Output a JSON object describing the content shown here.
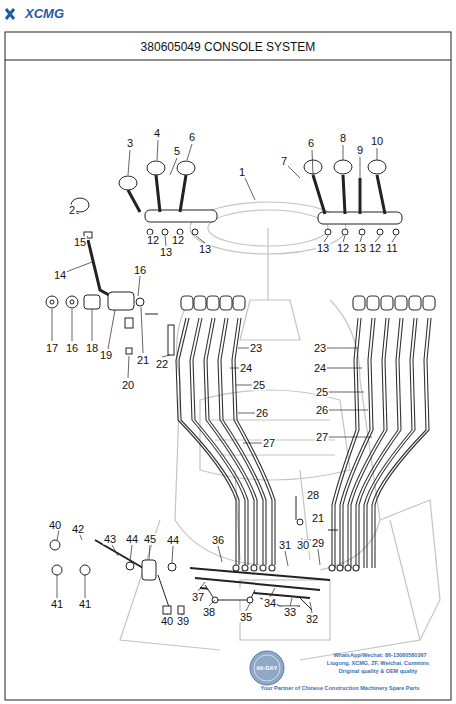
{
  "diagram": {
    "title": "380605049 CONSOLE SYSTEM",
    "labels": [
      "XCMG",
      "3",
      "4",
      "5",
      "6",
      "2",
      "15",
      "14",
      "16",
      "17",
      "16",
      "18",
      "19",
      "20",
      "21",
      "22",
      "12",
      "12",
      "13",
      "13",
      "6",
      "7",
      "8",
      "9",
      "10",
      "1",
      "13",
      "12",
      "13",
      "12",
      "11",
      "23",
      "24",
      "25",
      "26",
      "27",
      "23",
      "24",
      "25",
      "26",
      "27",
      "28",
      "21",
      "36",
      "31",
      "30",
      "29",
      "40",
      "42",
      "43",
      "44",
      "45",
      "44",
      "41",
      "41",
      "37",
      "38",
      "35",
      "34",
      "33",
      "32",
      "40",
      "39",
      "90-DAY",
      "WhatsApp/Wechat: 86-13080580367",
      "Liugong, XCMG, ZF, Weichai, Cummins",
      "Original quality & OEM quality",
      "Your Partner of Chinese Construction Machinery Spare Parts"
    ]
  }
}
